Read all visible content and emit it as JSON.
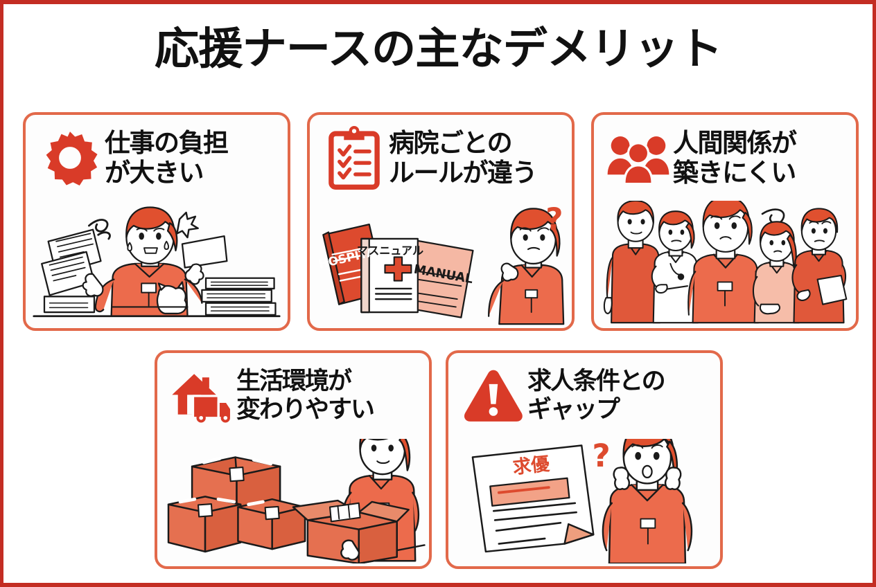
{
  "poster": {
    "title": "応援ナースの主なデメリット",
    "frame_color": "#C32D23",
    "card_border_color": "#E2694A",
    "icon_color": "#D93B28",
    "accent_color": "#E2694A",
    "background": "#FFFFFF"
  },
  "cards": [
    {
      "id": "work-burden",
      "icon": "gear-icon",
      "label": "仕事の負担\nが大きい",
      "art": "stressed-nurse-with-papers-illustration",
      "art_texts": []
    },
    {
      "id": "hospital-rules",
      "icon": "clipboard-checklist-icon",
      "label": "病院ごとの\nルールが違う",
      "art": "manuals-and-confused-nurse-illustration",
      "art_texts": [
        "HOSPITAL",
        "マスニュアル",
        "MANUAL",
        "?"
      ]
    },
    {
      "id": "human-relations",
      "icon": "people-group-icon",
      "label": "人間関係が\n築きにくい",
      "art": "five-nurses-standing-illustration",
      "art_texts": []
    },
    {
      "id": "living-environment",
      "icon": "house-moving-truck-icon",
      "label": "生活環境が\n変わりやすい",
      "art": "moving-boxes-and-nurse-packing-illustration",
      "art_texts": []
    },
    {
      "id": "job-condition-gap",
      "icon": "warning-triangle-icon",
      "label": "求人条件との\nギャップ",
      "art": "job-posting-and-surprised-nurse-illustration",
      "art_texts": [
        "求優",
        "?"
      ]
    }
  ]
}
